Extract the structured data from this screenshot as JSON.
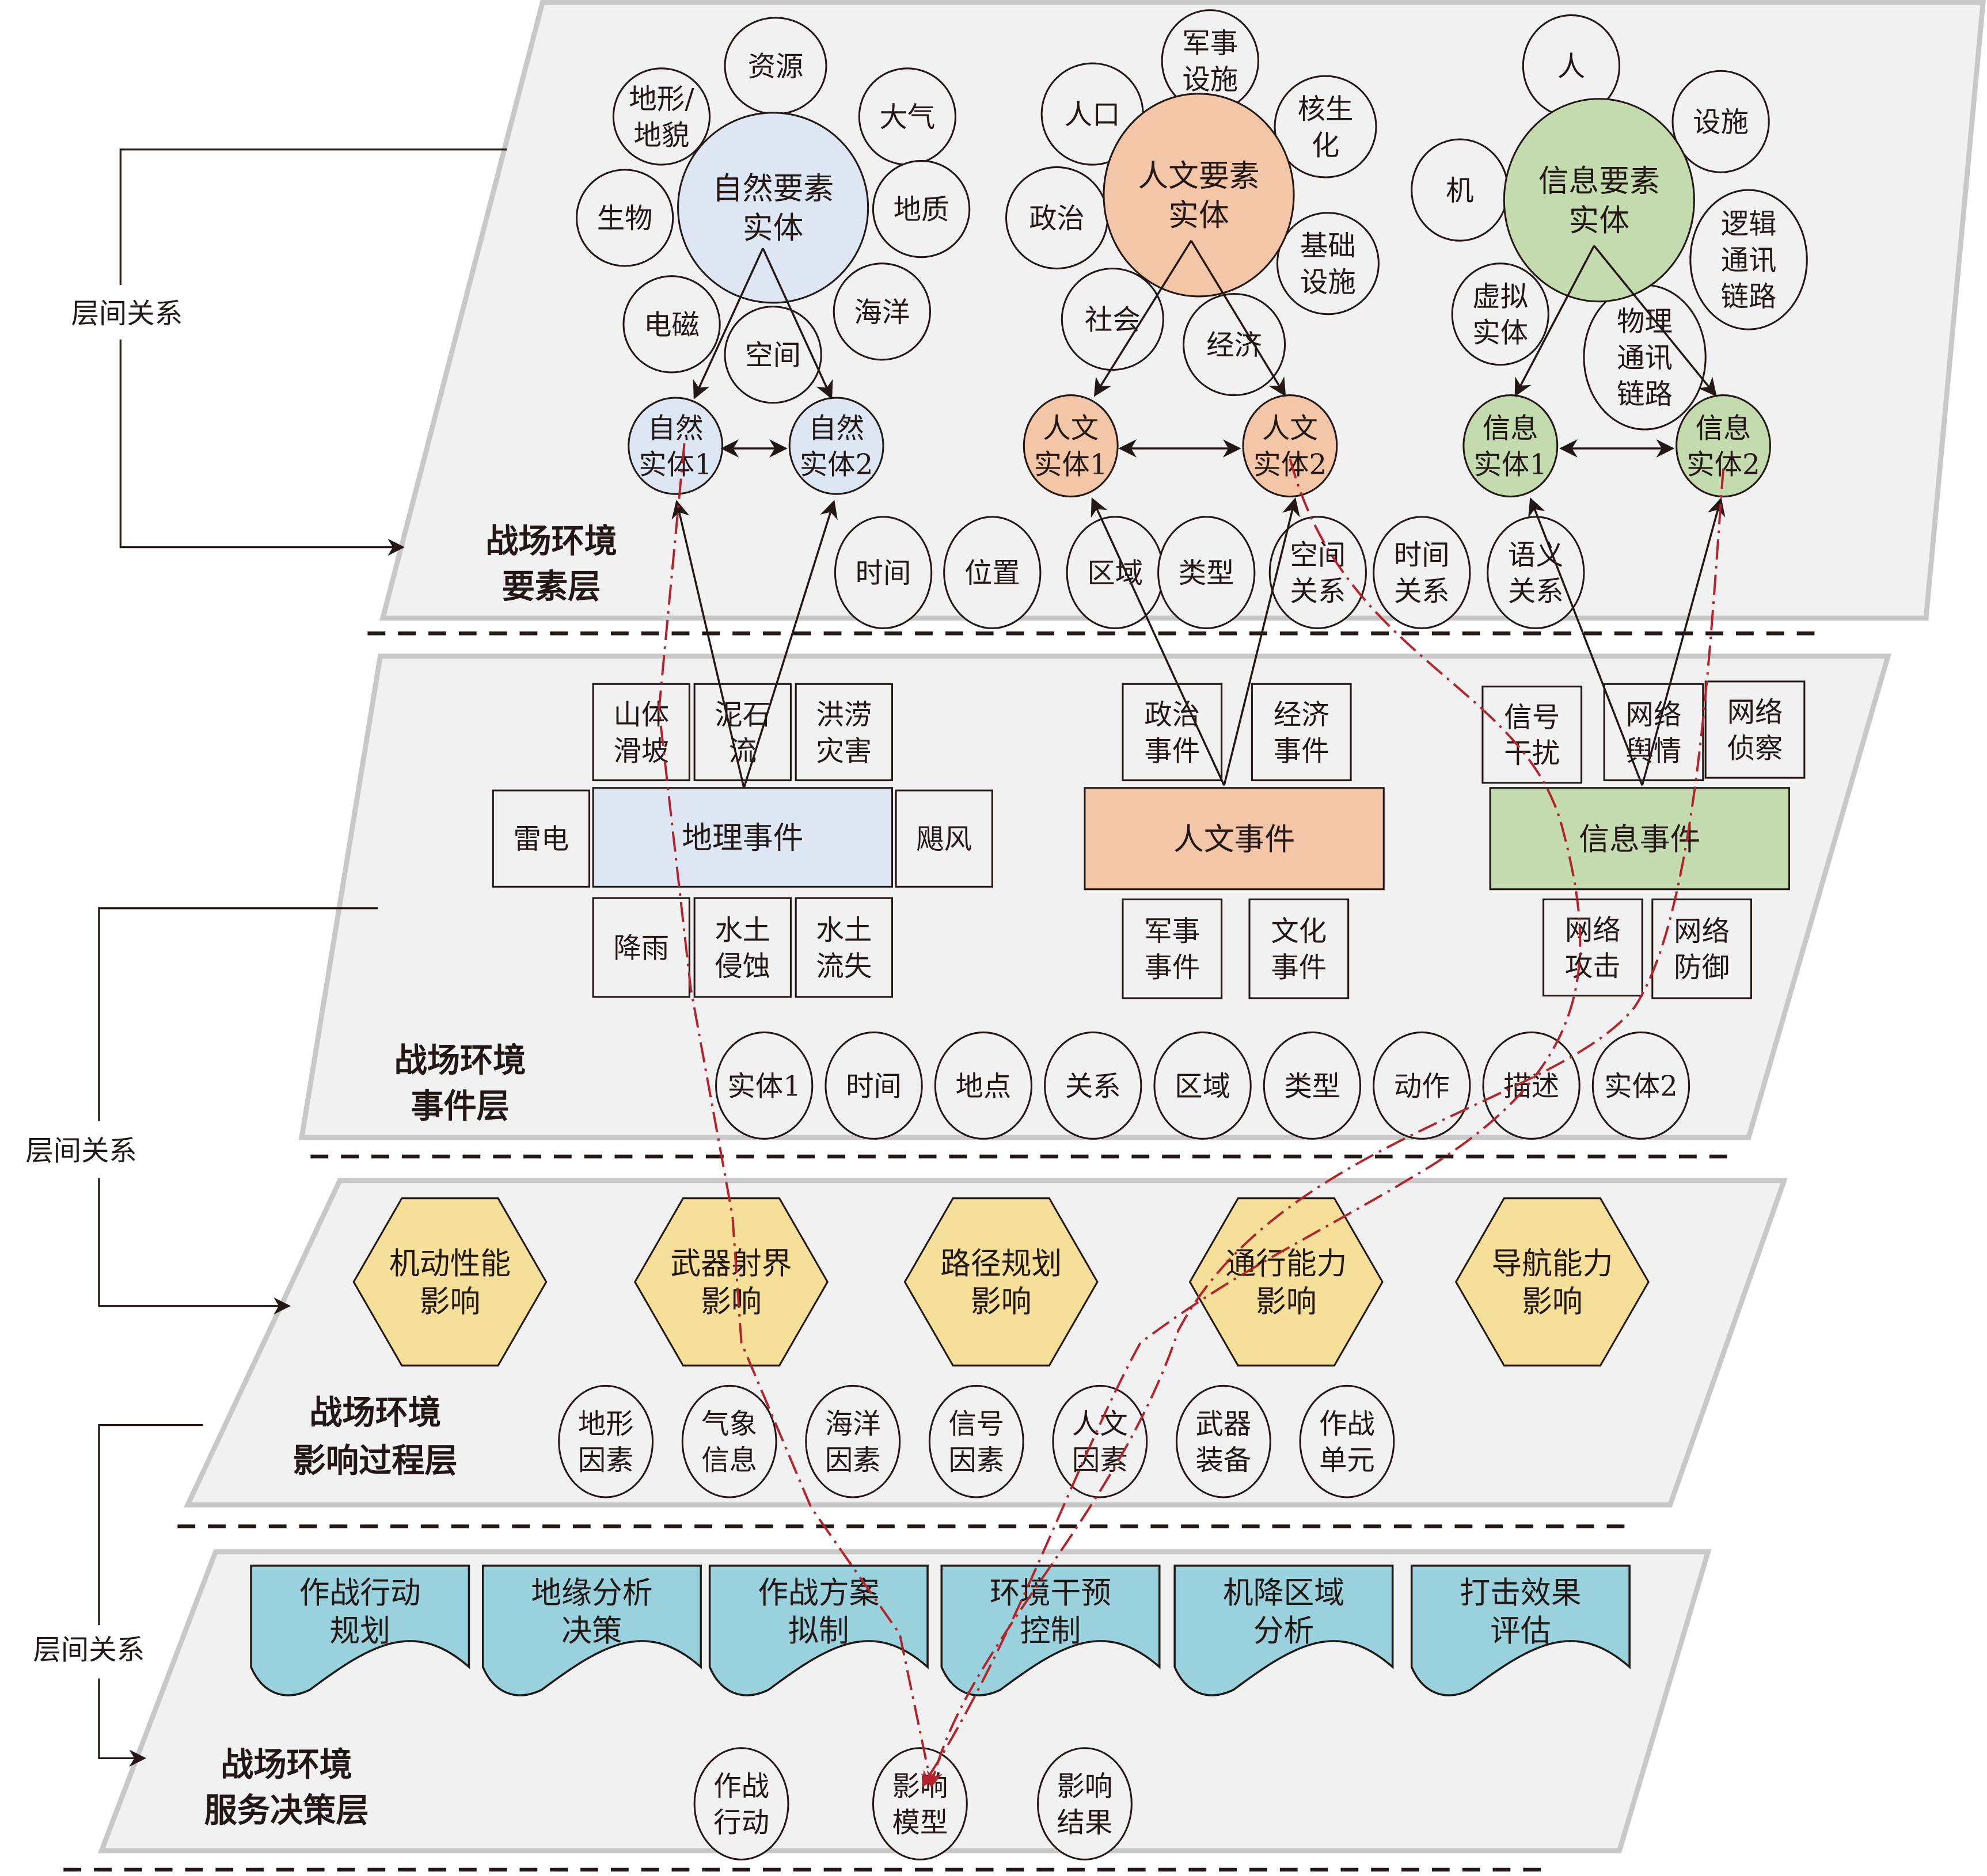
{
  "diagram": {
    "colors": {
      "natural": "#dce7f3",
      "humanities": "#f2c6a6",
      "information": "#c3dbae",
      "hexagon": "#f6df98",
      "decision": "#99d1dc",
      "plane": "#f1f1f1",
      "relation_line": "#b5222a"
    },
    "inter_layer_label": "层间关系",
    "layers": {
      "element": {
        "title_line1": "战场环境",
        "title_line2": "要素层",
        "natural": {
          "core": [
            "自然要素",
            "实体"
          ],
          "satellites": [
            "资源",
            "大气",
            "地质",
            "海洋",
            "空间",
            "电磁",
            "生物",
            "地形/地貌"
          ],
          "entity1": [
            "自然",
            "实体1"
          ],
          "entity2": [
            "自然",
            "实体2"
          ]
        },
        "humanities": {
          "core": [
            "人文要素",
            "实体"
          ],
          "satellites": [
            "军事设施",
            "核生化",
            "基础设施",
            "经济",
            "社会",
            "政治",
            "人口"
          ],
          "entity1": [
            "人文",
            "实体1"
          ],
          "entity2": [
            "人文",
            "实体2"
          ]
        },
        "information": {
          "core": [
            "信息要素",
            "实体"
          ],
          "satellites": [
            "人",
            "设施",
            "逻辑通讯链路",
            "物理通讯链路",
            "虚拟实体",
            "机"
          ],
          "entity1": [
            "信息",
            "实体1"
          ],
          "entity2": [
            "信息",
            "实体2"
          ]
        },
        "attributes": [
          "时间",
          "位置",
          "区域",
          "类型",
          "空间关系",
          "时间关系",
          "语义关系"
        ]
      },
      "event": {
        "title_line1": "战场环境",
        "title_line2": "事件层",
        "geo": {
          "core": "地理事件",
          "top": [
            "山体滑坡",
            "泥石流",
            "洪涝灾害"
          ],
          "left": "雷电",
          "right": "飓风",
          "bottom": [
            "降雨",
            "水土侵蚀",
            "水土流失"
          ]
        },
        "humanities": {
          "core": "人文事件",
          "top": [
            "政治事件",
            "经济事件"
          ],
          "bottom": [
            "军事事件",
            "文化事件"
          ]
        },
        "information": {
          "core": "信息事件",
          "top": [
            "信号干扰",
            "网络舆情",
            "网络侦察"
          ],
          "bottom": [
            "网络攻击",
            "网络防御"
          ]
        },
        "attributes": [
          "实体1",
          "时间",
          "地点",
          "关系",
          "区域",
          "类型",
          "动作",
          "描述",
          "实体2"
        ]
      },
      "influence": {
        "title_line1": "战场环境",
        "title_line2": "影响过程层",
        "hexagons": [
          [
            "机动性能",
            "影响"
          ],
          [
            "武器射界",
            "影响"
          ],
          [
            "路径规划",
            "影响"
          ],
          [
            "通行能力",
            "影响"
          ],
          [
            "导航能力",
            "影响"
          ]
        ],
        "factors": [
          [
            "地形",
            "因素"
          ],
          [
            "气象",
            "信息"
          ],
          [
            "海洋",
            "因素"
          ],
          [
            "信号",
            "因素"
          ],
          [
            "人文",
            "因素"
          ],
          [
            "武器",
            "装备"
          ],
          [
            "作战",
            "单元"
          ]
        ]
      },
      "decision": {
        "title_line1": "战场环境",
        "title_line2": "服务决策层",
        "documents": [
          [
            "作战行动",
            "规划"
          ],
          [
            "地缘分析",
            "决策"
          ],
          [
            "作战方案",
            "拟制"
          ],
          [
            "环境干预",
            "控制"
          ],
          [
            "机降区域",
            "分析"
          ],
          [
            "打击效果",
            "评估"
          ]
        ],
        "factors": [
          [
            "作战",
            "行动"
          ],
          [
            "影响",
            "模型"
          ],
          [
            "影响",
            "结果"
          ]
        ]
      }
    }
  }
}
